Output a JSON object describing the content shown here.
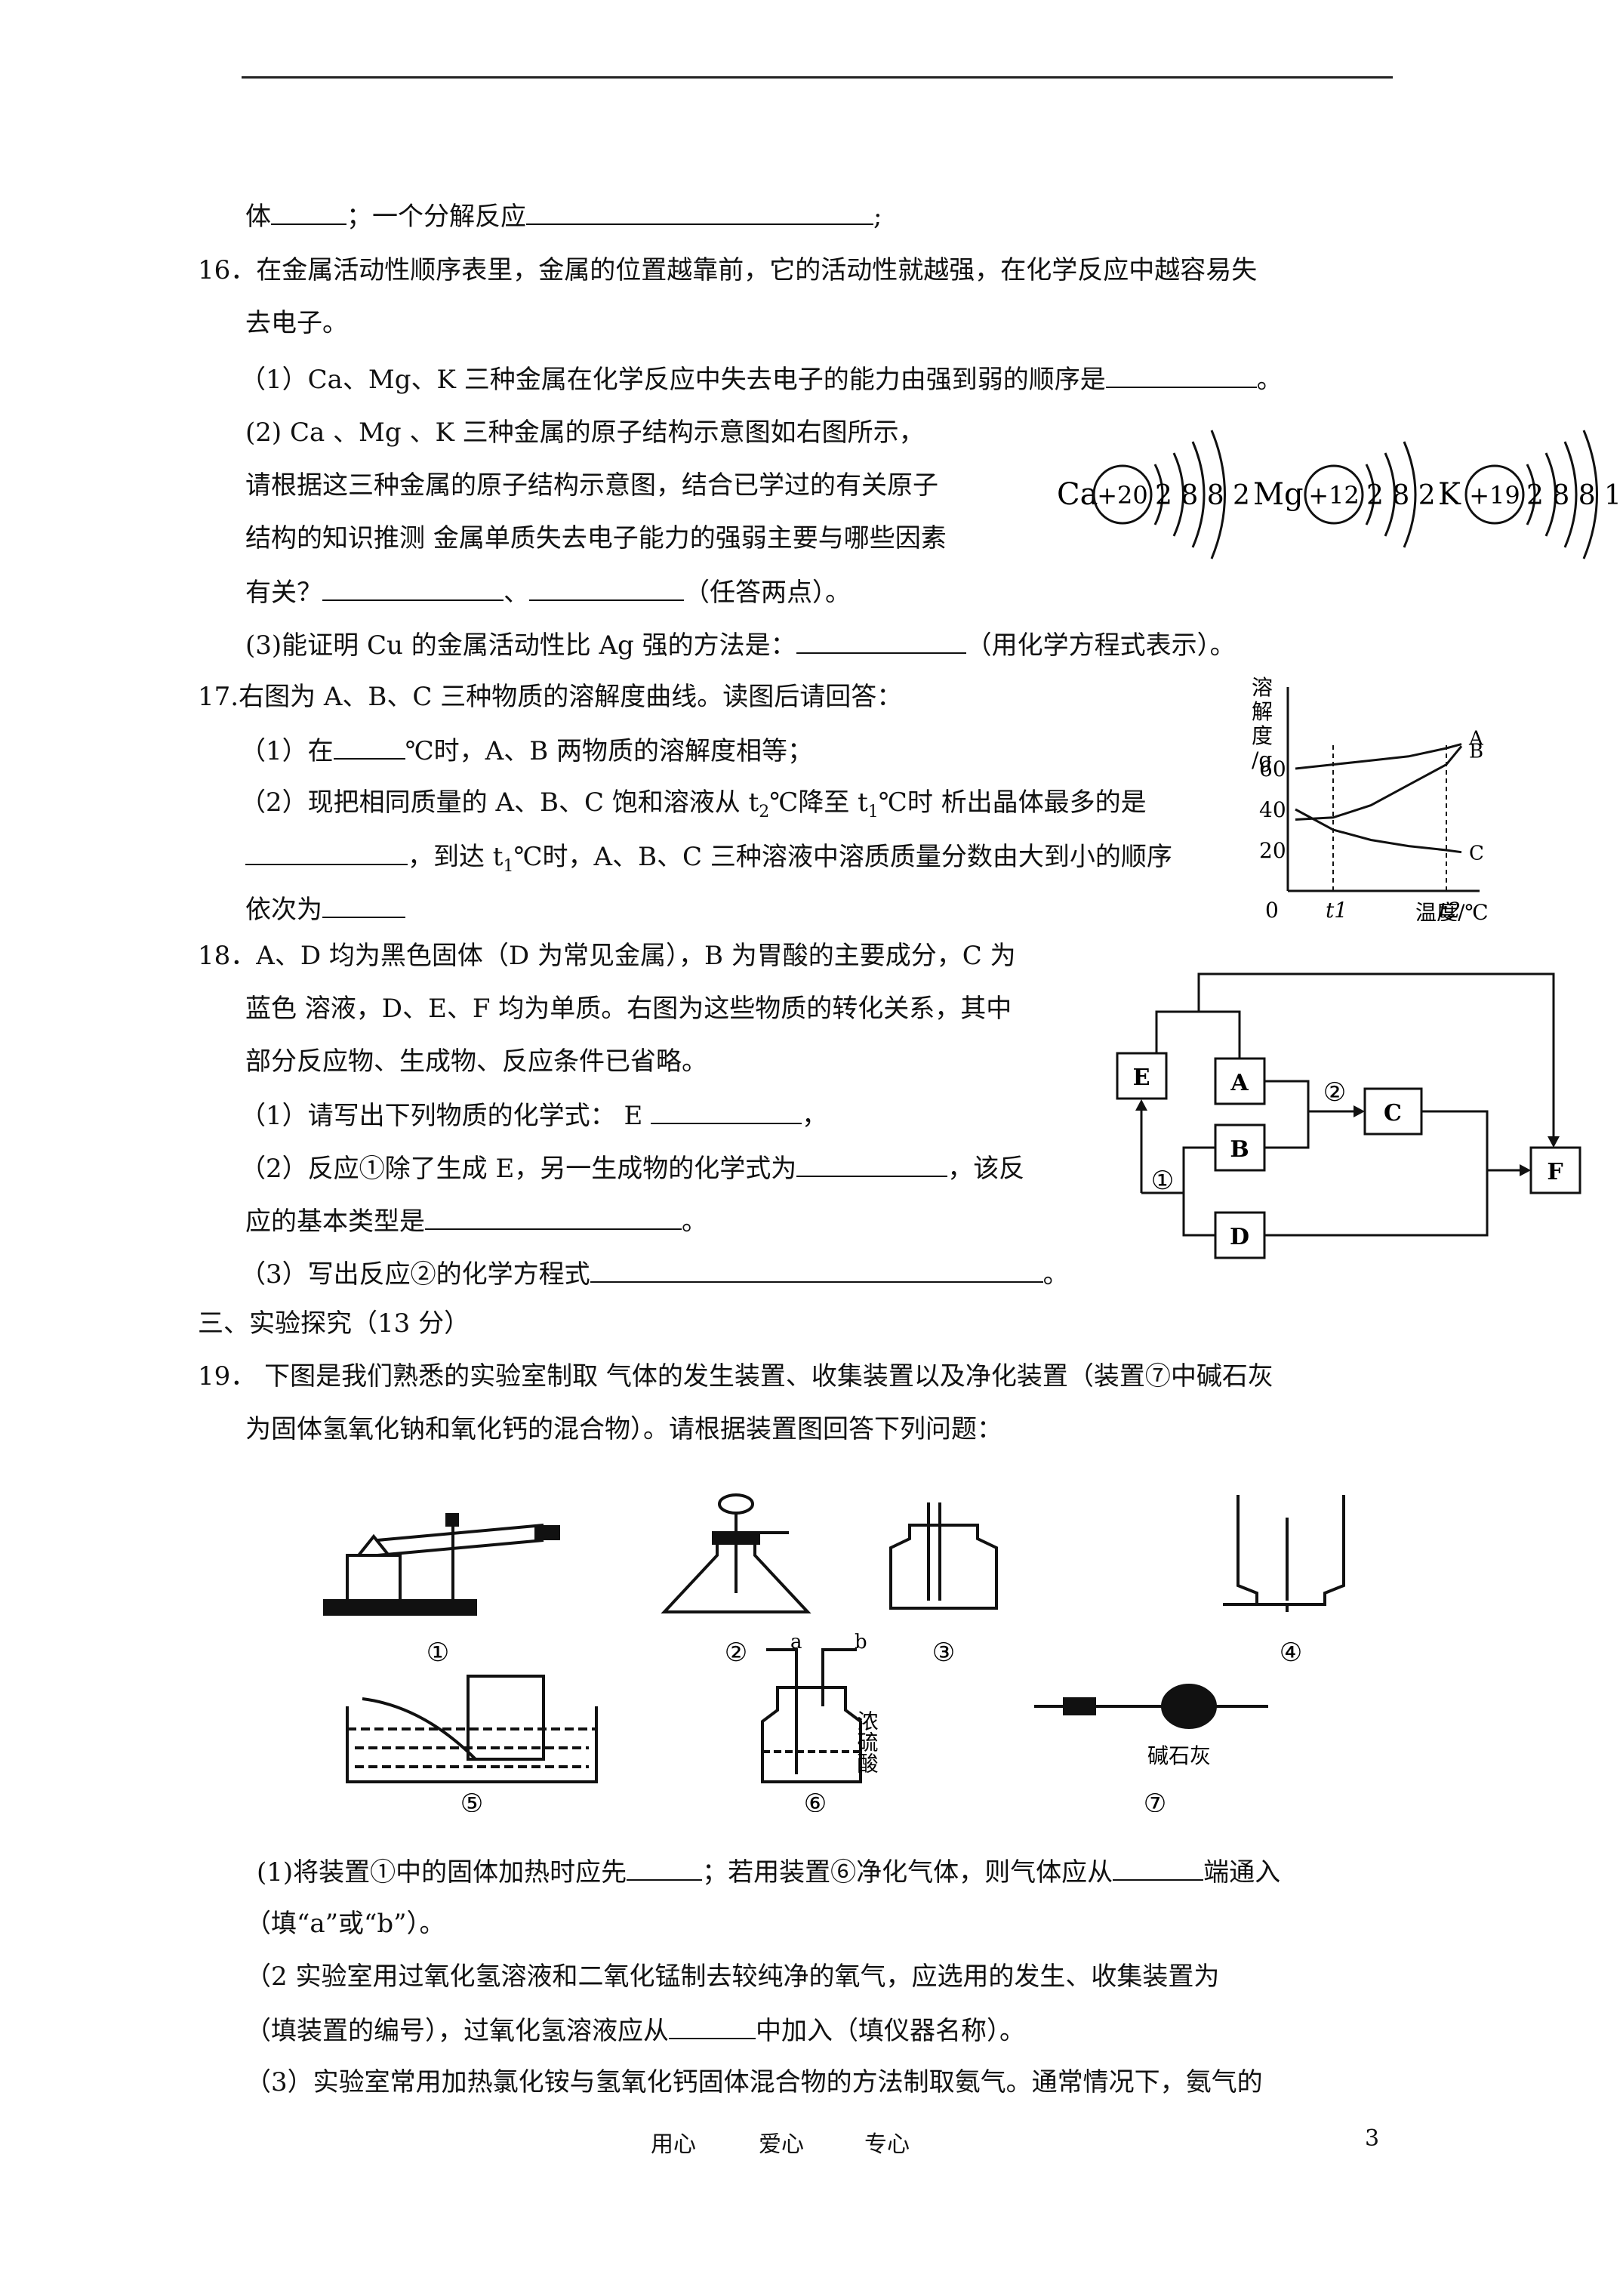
{
  "q15_tail": {
    "p1": "体",
    "p2": "；一个分解反应",
    "p3": ";"
  },
  "q16": {
    "intro1": "16．在金属活动性顺序表里，金属的位置越靠前，它的活动性就越强，在化学反应中越容易失",
    "intro2": "去电子。",
    "s1a": "（1）Ca、Mg、K 三种金属在化学反应中失去电子的能力由强到弱的顺序是",
    "s1b": "。",
    "s2_l1": "(2) Ca 、Mg 、K 三种金属的原子结构示意图如右图所示，",
    "s2_l2": "请根据这三种金属的原子结构示意图，结合已学过的有关原子",
    "s2_l3": "结构的知识推测 金属单质失去电子能力的强弱主要与哪些因素",
    "s2_l4a": "有关？",
    "s2_l4b": "、",
    "s2_l4c": "（任答两点）。",
    "s3a": "(3)能证明 Cu 的金属活动性比 Ag 强的方法是：",
    "s3b": "（用化学方程式表示）。",
    "atoms": [
      {
        "symbol": "Ca",
        "nucleus": "+20",
        "shells": "2 8 8 2"
      },
      {
        "symbol": "Mg",
        "nucleus": "+12",
        "shells": "2 8 2"
      },
      {
        "symbol": "K",
        "nucleus": "+19",
        "shells": "2 8 8 1"
      }
    ]
  },
  "q17": {
    "intro": "17.右图为 A、B、C 三种物质的溶解度曲线。读图后请回答：",
    "s1a": "（1）在",
    "s1b": "℃时，A、B 两物质的溶解度相等；",
    "s2a": "（2）现把相同质量的 A、B、C 饱和溶液从 t",
    "s2b": "℃降至 t",
    "s2c": "℃时   析出晶体最多的是",
    "s2d": "，到达 t",
    "s2e": "℃时，A、B、C 三种溶液中溶质质量分数由大到小的顺序",
    "s2f": "依次为",
    "sub2": "2",
    "sub1": "1"
  },
  "chart_data": {
    "type": "line",
    "ylabel": "溶解度/g",
    "xlabel": "温度/℃",
    "x_ticks": [
      "0",
      "t1",
      "t2"
    ],
    "y_ticks": [
      20,
      40,
      60
    ],
    "series": [
      {
        "name": "A",
        "x": [
          0,
          0.25,
          0.5,
          0.75,
          1.0,
          1.1
        ],
        "y": [
          35,
          36,
          42,
          52,
          62,
          71
        ]
      },
      {
        "name": "B",
        "x": [
          0,
          0.25,
          0.5,
          0.75,
          1.0,
          1.1
        ],
        "y": [
          60,
          62,
          64,
          66,
          70,
          72
        ]
      },
      {
        "name": "C",
        "x": [
          0,
          0.25,
          0.5,
          0.75,
          1.0,
          1.1
        ],
        "y": [
          40,
          30,
          25,
          22,
          20,
          19
        ]
      }
    ]
  },
  "q18": {
    "l1": "18．A、D 均为黑色固体（D 为常见金属），B 为胃酸的主要成分，C 为",
    "l2": "蓝色 溶液，D、E、F 均为单质。右图为这些物质的转化关系，其中",
    "l3": "部分反应物、生成物、反应条件已省略。",
    "s1a": "（1）请写出下列物质的化学式：  E",
    "s1b": "，",
    "s2a": "（2）反应①除了生成 E，另一生成物的化学式为",
    "s2b": "，该反",
    "s2c": "应的基本类型是",
    "s2d": "。",
    "s3a": "（3）写出反应②的化学方程式",
    "s3b": "。",
    "diagram": {
      "nodes": [
        "E",
        "A",
        "C",
        "B",
        "F",
        "D"
      ],
      "labels": [
        "②",
        "①"
      ]
    }
  },
  "section3": "三、实验探究（13 分）",
  "q19": {
    "l1": "19．  下图是我们熟悉的实验室制取  气体的发生装置、收集装置以及净化装置（装置⑦中碱石灰",
    "l2": "为固体氢氧化钠和氧化钙的混合物）。请根据装置图回答下列问题：",
    "apparatus": [
      "①",
      "②",
      "③",
      "④",
      "⑤",
      "⑥",
      "⑦"
    ],
    "app6_ports": [
      "a",
      "b"
    ],
    "app6_label": "浓硫酸",
    "app7_label": "碱石灰",
    "s1a": "(1)将装置①中的固体加热时应先",
    "s1b": "；若用装置⑥净化气体，则气体应从",
    "s1c": "端通入",
    "s1d": "（填“a”或“b”）。",
    "s2a": "（2 实验室用过氧化氢溶液和二氧化锰制去较纯净的氧气，应选用的发生、收集装置为",
    "s2b": "（填装置的编号），过氧化氢溶液应从",
    "s2c": "中加入（填仪器名称）。",
    "s3": "（3）实验室常用加热氯化铵与氢氧化钙固体混合物的方法制取氨气。通常情况下，氨气的"
  },
  "footer": {
    "f1": "用心",
    "f2": "爱心",
    "f3": "专心",
    "page": "3"
  }
}
